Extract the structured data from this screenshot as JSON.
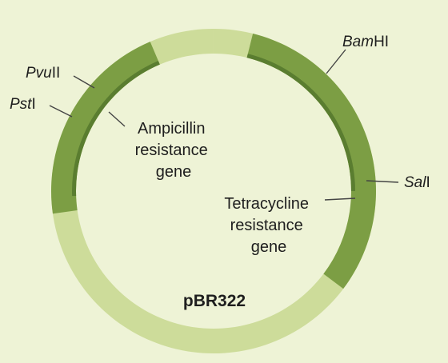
{
  "plasmid": {
    "name": "pBR322",
    "colors": {
      "background": "#eef3d6",
      "ring_light": "#cddc9a",
      "ring_dark": "#7c9e44",
      "ring_shade": "#5a7d30",
      "leader": "#444444"
    }
  },
  "sites": [
    {
      "id": "bamhi",
      "italic": "Bam",
      "roman": "HI"
    },
    {
      "id": "sali",
      "italic": "Sal",
      "roman": "I"
    },
    {
      "id": "pvuii",
      "italic": "Pvu",
      "roman": "II"
    },
    {
      "id": "psti",
      "italic": "Pst",
      "roman": "I"
    }
  ],
  "genes": {
    "ampicillin": [
      "Ampicillin",
      "resistance",
      "gene"
    ],
    "tetracycline": [
      "Tetracycline",
      "resistance",
      "gene"
    ]
  }
}
